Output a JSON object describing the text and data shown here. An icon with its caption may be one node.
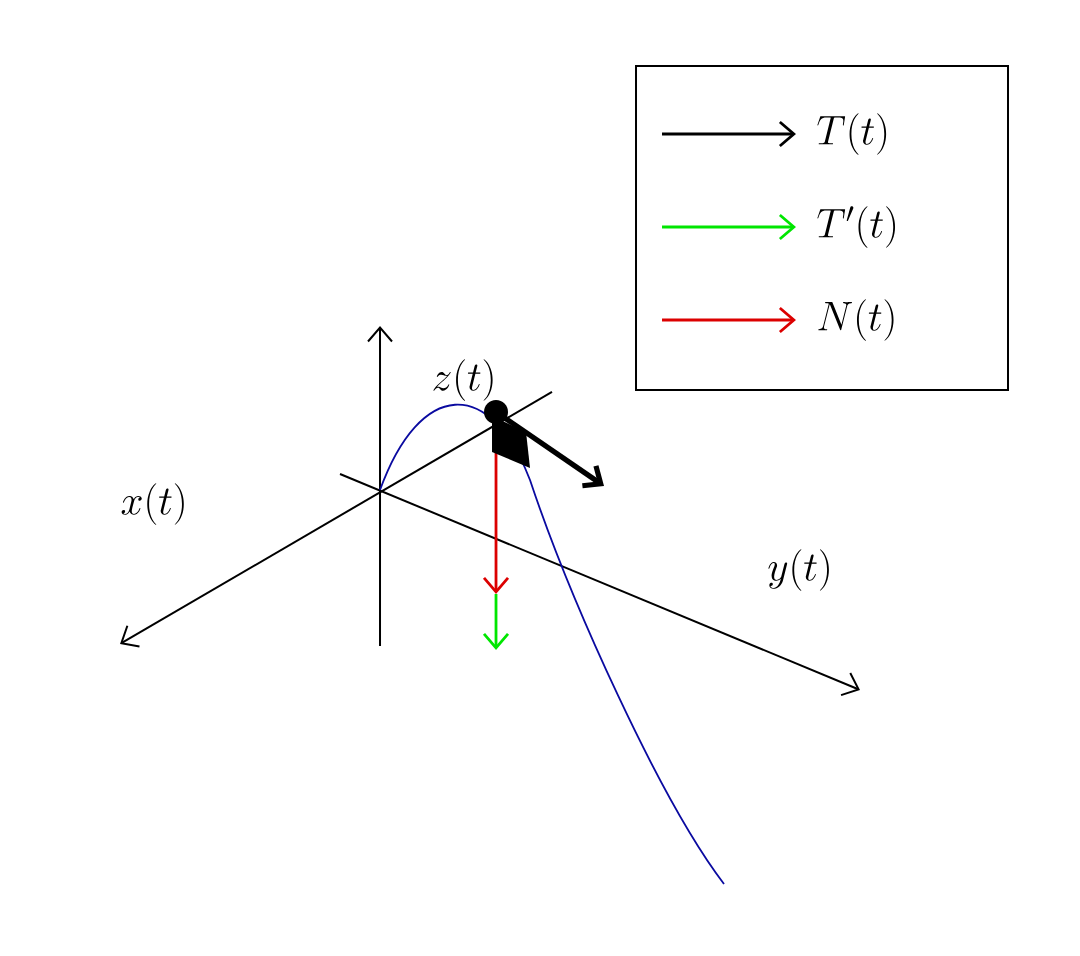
{
  "diagram": {
    "labels": [
      "z(t)",
      "x(t)",
      "y(t)"
    ],
    "legend": [
      {
        "text": "T(t)"
      },
      {
        "text": "T'(t)"
      },
      {
        "text": "N(t)"
      }
    ]
  }
}
